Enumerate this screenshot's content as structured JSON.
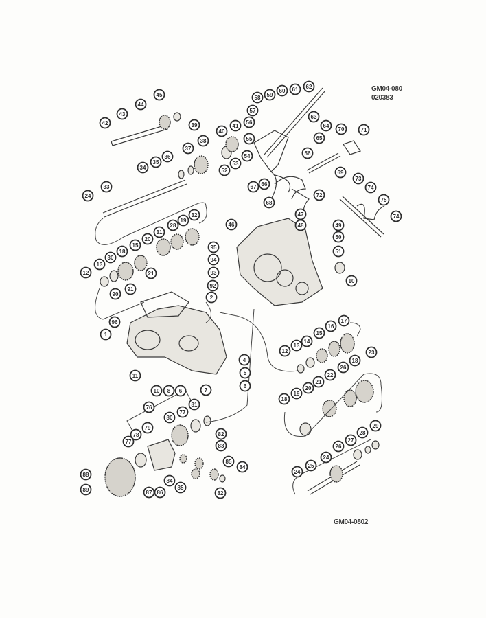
{
  "figure": {
    "code_top": "GM04-080",
    "date_code": "020383",
    "code_bottom": "GM04-0802"
  },
  "callouts": [
    "45",
    "44",
    "43",
    "42",
    "39",
    "38",
    "37",
    "36",
    "35",
    "34",
    "33",
    "24",
    "41",
    "40",
    "62",
    "61",
    "60",
    "59",
    "58",
    "57",
    "56",
    "55",
    "54",
    "53",
    "52",
    "67",
    "66",
    "68",
    "63",
    "64",
    "65",
    "56",
    "70",
    "71",
    "69",
    "73",
    "74",
    "75",
    "74",
    "72",
    "47",
    "48",
    "49",
    "50",
    "51",
    "46",
    "10",
    "32",
    "19",
    "28",
    "31",
    "20",
    "15",
    "18",
    "30",
    "13",
    "12",
    "21",
    "95",
    "94",
    "93",
    "92",
    "2",
    "91",
    "90",
    "96",
    "1",
    "4",
    "5",
    "6",
    "7",
    "11",
    "10",
    "8",
    "6",
    "76",
    "81",
    "77",
    "80",
    "79",
    "78",
    "77",
    "82",
    "83",
    "85",
    "84",
    "84",
    "85",
    "87",
    "86",
    "88",
    "89",
    "82",
    "17",
    "16",
    "15",
    "14",
    "13",
    "12",
    "23",
    "18",
    "26",
    "22",
    "21",
    "20",
    "19",
    "18",
    "29",
    "28",
    "27",
    "26",
    "24",
    "25",
    "24"
  ]
}
